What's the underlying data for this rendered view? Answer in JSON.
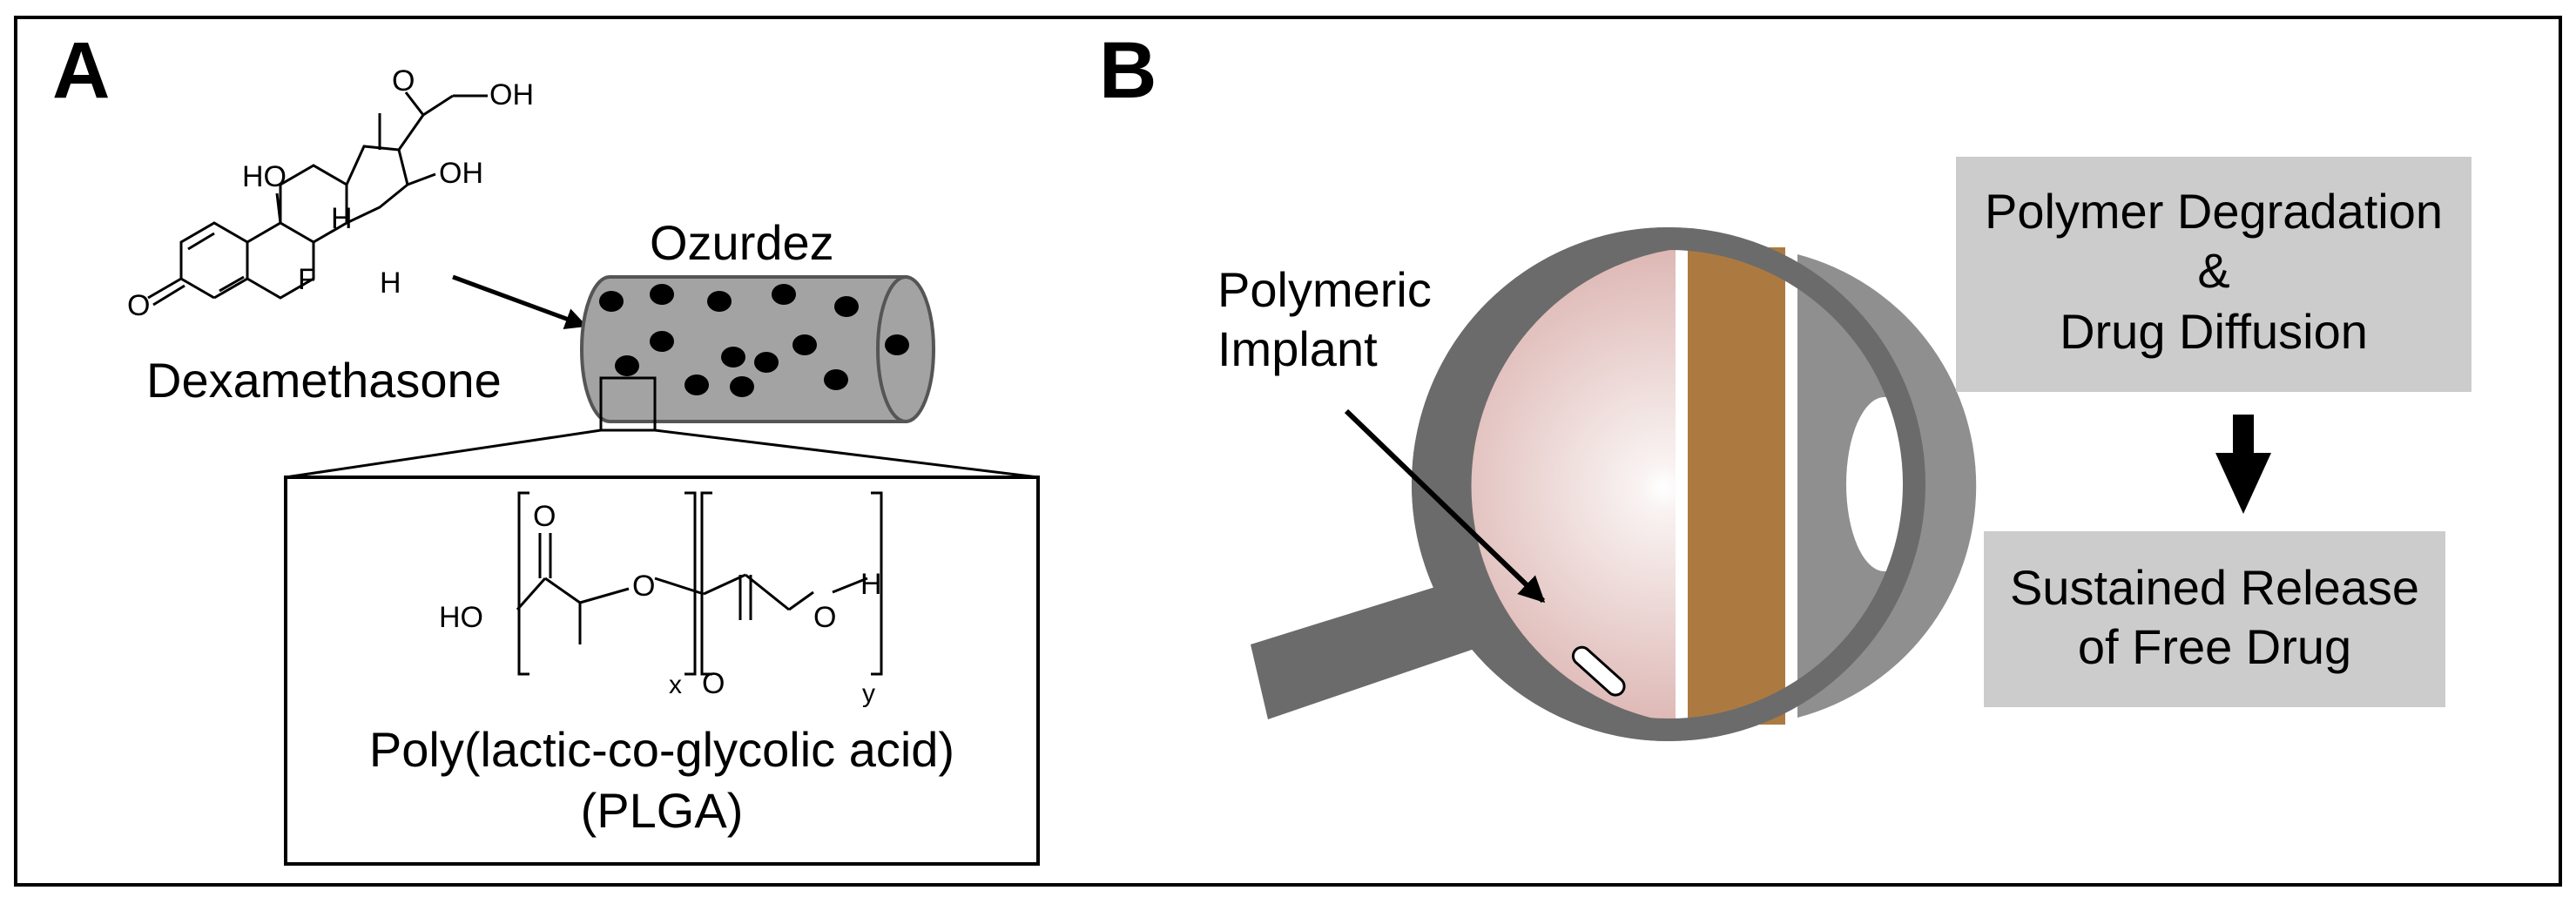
{
  "colors": {
    "frame": "#000000",
    "implant_fill": "#a3a3a3",
    "implant_dot": "#000000",
    "eye_outer": "#6b6b6b",
    "eye_inner_light": "#f8f2f1",
    "eye_inner_dark": "#d29e9a",
    "lens_band": "#ac7a40",
    "cornea": "#8f8f8f",
    "optic_nerve": "#6b6b6b",
    "process_box": "#cccccc"
  },
  "panel_a": {
    "letter": "A",
    "drug_name": "Dexamethasone",
    "implant_name": "Ozurdez",
    "dex_atoms": {
      "ho": "HO",
      "oh_top": "OH",
      "oh_side": "OH",
      "o_keto": "O",
      "o_ring": "O",
      "f": "F",
      "h1": "H",
      "h2": "H"
    },
    "plga_atoms": {
      "ho": "HO",
      "o_carbonyl_top": "O",
      "o_ester": "O",
      "x": "x",
      "o_carbonyl_bottom": "O",
      "o_end": "O",
      "h": "H",
      "y": "y"
    },
    "polymer_name": "Poly(lactic-co-glycolic acid)",
    "polymer_abbrev": "(PLGA)"
  },
  "panel_b": {
    "letter": "B",
    "implant_label_line1": "Polymeric",
    "implant_label_line2": "Implant",
    "process_box_1": [
      "Polymer Degradation",
      "&",
      "Drug Diffusion"
    ],
    "process_box_2": [
      "Sustained Release",
      "of Free Drug"
    ]
  }
}
